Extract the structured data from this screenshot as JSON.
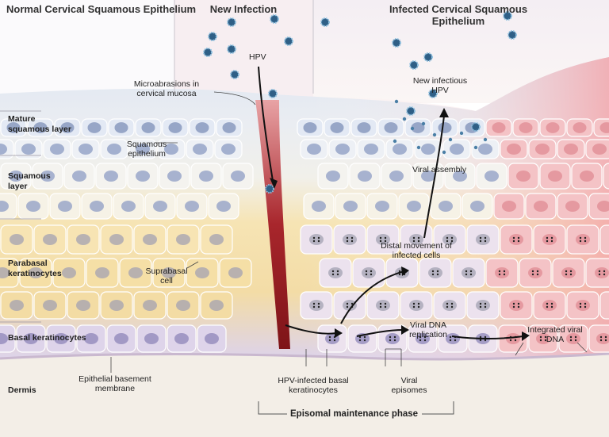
{
  "headers": {
    "normal": "Normal Cervical Squamous Epithelium",
    "new": "New Infection",
    "infected": "Infected Cervical Squamous Epithelium"
  },
  "layers": {
    "mature": "Mature squamous layer",
    "squamous": "Squamous layer",
    "parabasal": "Parabasal keratinocytes",
    "basal": "Basal keratinocytes",
    "dermis": "Dermis"
  },
  "labels": {
    "hpv": "HPV",
    "microabrasions": "Microabrasions in cervical mucosa",
    "squamous_epithelium": "Squamous epithelium",
    "suprabasal_cell": "Suprabasal cell",
    "epithelial_basement_membrane": "Epithelial basement membrane",
    "new_infectious_hpv": "New infectious HPV",
    "viral_assembly": "Viral assembly",
    "distal_movement": "Distal movement of infected cells",
    "viral_dna_replication": "Viral DNA replication",
    "integrated_viral_dna": "Integrated viral DNA",
    "hpv_infected_basal": "HPV-infected basal keratinocytes",
    "viral_episomes": "Viral episomes",
    "episomal_maintenance": "Episomal maintenance phase"
  },
  "colors": {
    "mature_layer": "#dfe6f2",
    "squamous_layer": "#f1f0ea",
    "parabasal_layer": "#f5dfa6",
    "basal_layer": "#ddd3ea",
    "infected_tint": "#f6c9cc",
    "dermis": "#f3eee7",
    "wound": "#a8262c",
    "virion": "#4a7fa6"
  }
}
